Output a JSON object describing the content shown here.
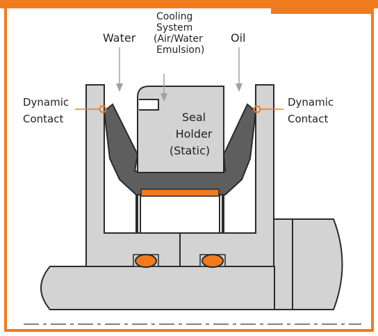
{
  "labels": {
    "water": "Water",
    "oil": "Oil",
    "cooling": [
      "Cooling",
      "System",
      "(Air/Water",
      "Emulsion)"
    ],
    "seal_holder": [
      "Seal",
      "Holder",
      "(Static)"
    ],
    "dynamic_left": [
      "Dynamic",
      "Contact"
    ],
    "dynamic_right": [
      "Dynamic",
      "Contact"
    ]
  },
  "colors": {
    "accent": "#f07a1e",
    "frame_fill": "#d3d3d3",
    "seal_fill": "#5e5e5e",
    "outline": "#2a2a2a",
    "background": "#ffffff"
  }
}
